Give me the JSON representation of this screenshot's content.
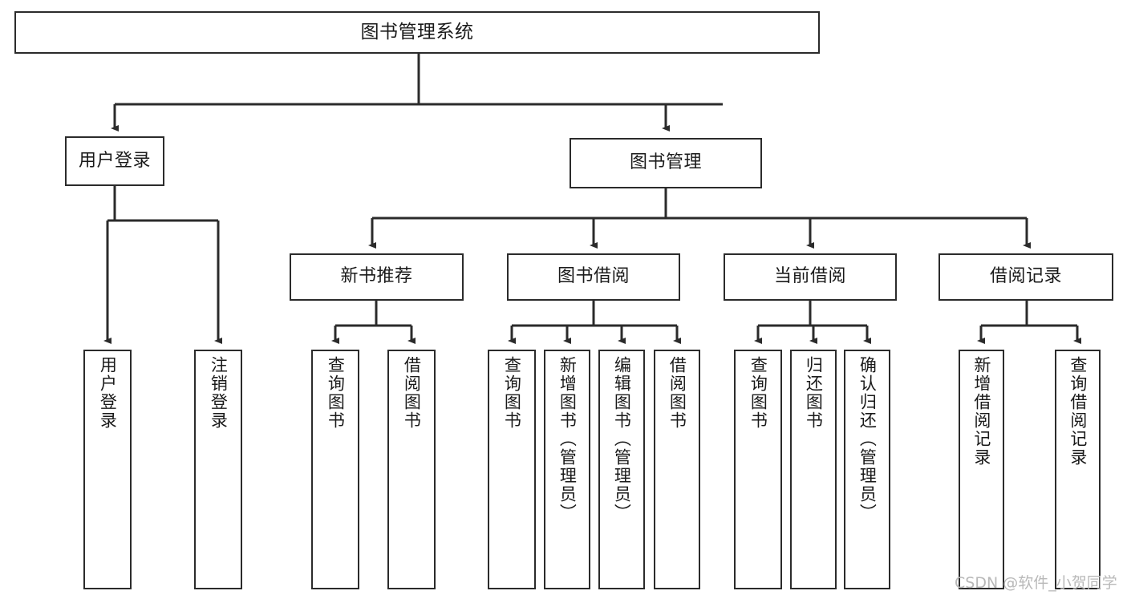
{
  "diagram": {
    "title": "图书管理系统",
    "type": "hierarchy-tree",
    "colors": {
      "box_border": "#2b2b2b",
      "box_fill": "#ffffff",
      "connector": "#2b2b2b",
      "text": "#1a1a1a",
      "watermark": "#b9b9b9",
      "background": "#ffffff"
    },
    "root": {
      "label": "图书管理系统"
    },
    "level2": [
      {
        "label": "用户登录"
      },
      {
        "label": "图书管理"
      }
    ],
    "level3": [
      {
        "label": "新书推荐"
      },
      {
        "label": "图书借阅"
      },
      {
        "label": "当前借阅"
      },
      {
        "label": "借阅记录"
      }
    ],
    "leaves": {
      "user_login": [
        {
          "label": "用户登录"
        },
        {
          "label": "注销登录"
        }
      ],
      "new_book_recommend": [
        {
          "label": "查询图书"
        },
        {
          "label": "借阅图书"
        }
      ],
      "book_borrow": [
        {
          "label": "查询图书"
        },
        {
          "label": "新增图书（管理员）"
        },
        {
          "label": "编辑图书（管理员）"
        },
        {
          "label": "借阅图书"
        }
      ],
      "current_borrow": [
        {
          "label": "查询图书"
        },
        {
          "label": "归还图书"
        },
        {
          "label": "确认归还（管理员）"
        }
      ],
      "borrow_record": [
        {
          "label": "新增借阅记录"
        },
        {
          "label": "查询借阅记录"
        }
      ]
    },
    "watermark": "CSDN @软件_小贺同学"
  }
}
